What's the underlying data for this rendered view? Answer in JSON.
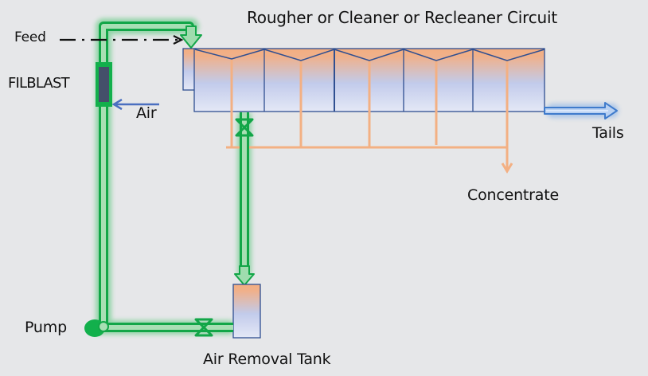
{
  "diagram": {
    "title": "Rougher or Cleaner or Recleaner Circuit",
    "labels": {
      "feed": "Feed",
      "filblast": "FILBLAST",
      "air": "Air",
      "tails": "Tails",
      "concentrate": "Concentrate",
      "pump": "Pump",
      "air_removal_tank": "Air Removal Tank"
    },
    "flotation_cells": {
      "count": 5,
      "has_feed_box": true
    },
    "valves": [
      "recycle-valve-downcomer",
      "recycle-valve-pump-line"
    ],
    "colors": {
      "background": "#e6e7e9",
      "recycle_pipe": "#1db954",
      "recycle_pipe_light": "#a8dfb4",
      "filblast_body": "#44506a",
      "tails_pipe": "#4a86d4",
      "concentrate_line": "#f3b083",
      "cell_outline": "#2f4f91",
      "froth": "#f3ae80",
      "pulp": "#c2cbeb",
      "air_arrow": "#4a6fc0",
      "feed_line": "#111111"
    },
    "icons": {
      "pump": "pump-icon",
      "valve": "valve-icon",
      "flow_arrow": "arrow-down-icon"
    }
  }
}
